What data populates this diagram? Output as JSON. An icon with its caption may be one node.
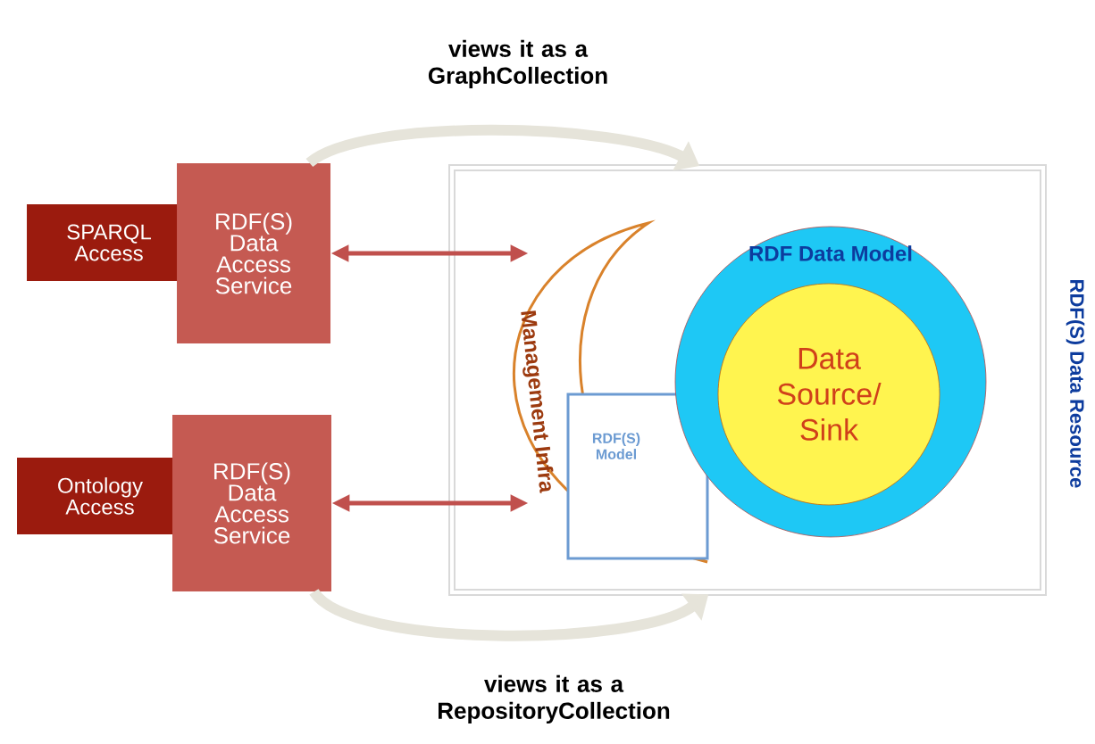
{
  "diagram": {
    "nodes": [
      {
        "text": [
          "SPARQL Access"
        ]
      },
      {
        "text": [
          "RDF(S) Data Access Service"
        ]
      },
      {
        "text": [
          "Ontology Access"
        ]
      },
      {
        "text": [
          "RDF(S) Data Access Service"
        ]
      },
      {
        "text": [
          "RDF(S) Data Resource"
        ]
      },
      {
        "text": [
          "Management Infra"
        ],
        "in": 4
      },
      {
        "text": [
          "RDF(S) Model"
        ],
        "in": 4
      },
      {
        "text": [
          "RDF Data Model"
        ],
        "in": 4
      },
      {
        "text": [
          "Data Source/ Sink"
        ],
        "in": 7
      }
    ],
    "edges": [
      {
        "from": 1,
        "to": 5,
        "arrow": "both",
        "color": "#c0504d"
      },
      {
        "from": 3,
        "to": 5,
        "arrow": "both",
        "color": "#c0504d"
      },
      {
        "from": 1,
        "to": 4,
        "arrow": "to",
        "label": "views it as a GraphCollection",
        "color": "#e6e4da",
        "style": "thick"
      },
      {
        "from": 3,
        "to": 4,
        "arrow": "to",
        "label": "views it as a RepositoryCollection",
        "color": "#e6e4da",
        "style": "thick"
      }
    ]
  }
}
